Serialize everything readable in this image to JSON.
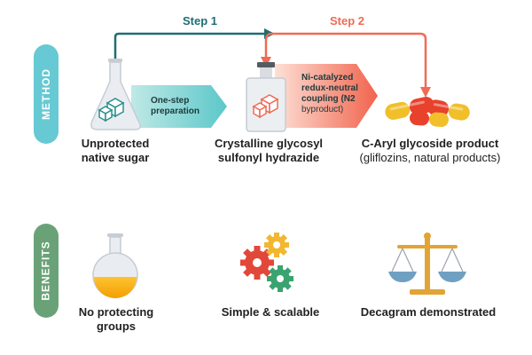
{
  "sections": {
    "method": "METHOD",
    "benefits": "BENEFITS"
  },
  "steps": {
    "step1": "Step 1",
    "step2": "Step 2"
  },
  "banners": {
    "one_step_line1": "One-step",
    "one_step_line2": "preparation",
    "coupling_line1": "Ni-catalyzed",
    "coupling_line2": "redux-neutral",
    "coupling_line3": "coupling (N2",
    "coupling_line4": "byproduct)"
  },
  "method_items": {
    "sugar_line1": "Unprotected",
    "sugar_line2": "native sugar",
    "hydrazide_line1": "Crystalline glycosyl",
    "hydrazide_line2": "sulfonyl hydrazide",
    "product_line1": "C-Aryl glycoside product",
    "product_line2": "(gliflozins, natural products)"
  },
  "benefit_items": {
    "no_protect_line1": "No protecting",
    "no_protect_line2": "groups",
    "scalable": "Simple & scalable",
    "decagram": "Decagram demonstrated"
  },
  "colors": {
    "teal": "#1f6e72",
    "coral": "#ef6b55",
    "method_pill": "#66c9d3",
    "benefits_pill": "#6aa277"
  }
}
